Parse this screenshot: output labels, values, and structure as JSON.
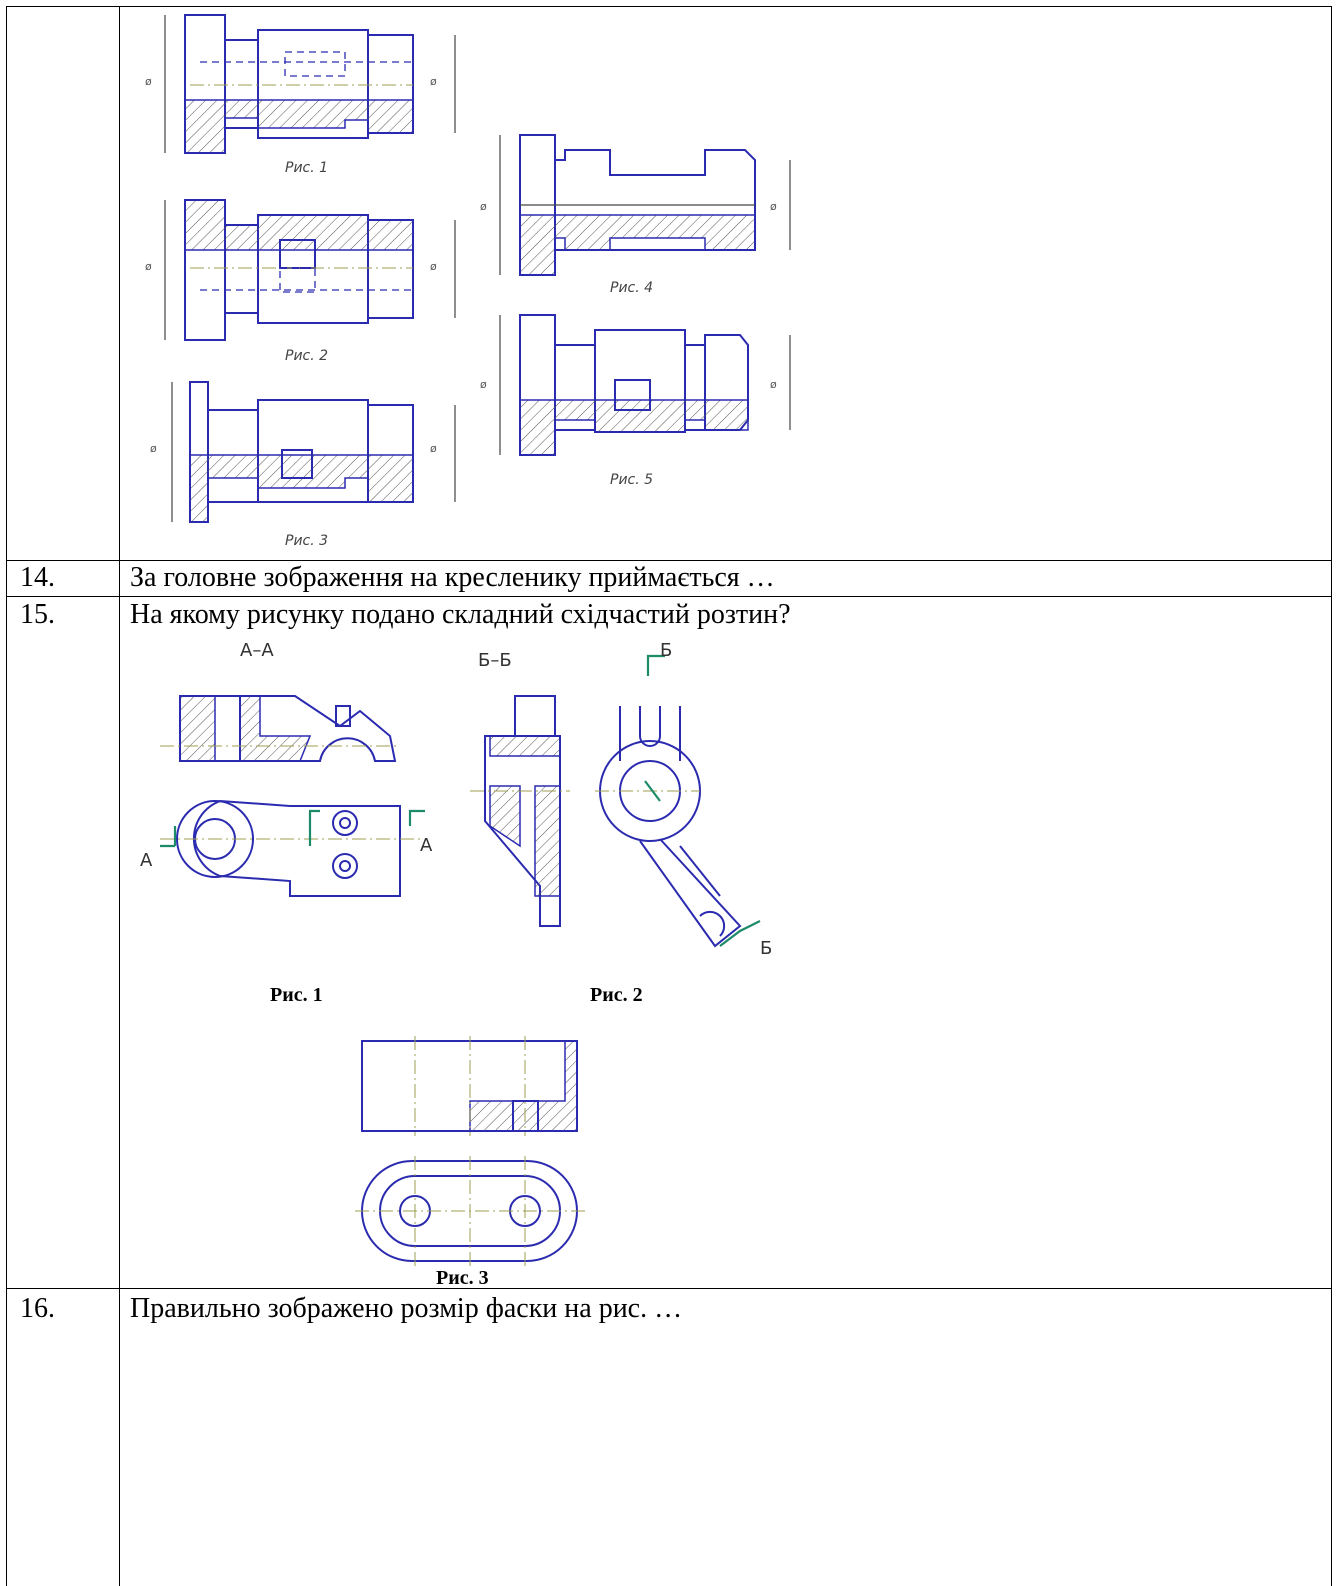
{
  "rows": [
    {
      "number": "",
      "question": ""
    },
    {
      "number": "14.",
      "question": "За головне зображення на кресленику приймається …"
    },
    {
      "number": "15.",
      "question": "На якому рисунку подано складний східчастий розтин?"
    },
    {
      "number": "16.",
      "question": "Правильно зображено розмір фаски на рис. …"
    }
  ],
  "figures_q13": {
    "captions": [
      "Рис. 1",
      "Рис. 2",
      "Рис. 3",
      "Рис. 4",
      "Рис. 5"
    ],
    "diameter_symbol": "ø"
  },
  "figures_q15": {
    "captions": [
      "Рис. 1",
      "Рис. 2",
      "Рис. 3"
    ],
    "section_labels": [
      "А–А",
      "Б–Б",
      "А",
      "А",
      "Б",
      "Б"
    ]
  },
  "colors": {
    "line": "#2b2bb0",
    "hatch": "#444444",
    "cutting_plane": "#1d8a6a",
    "axis": "#9c9c50"
  }
}
